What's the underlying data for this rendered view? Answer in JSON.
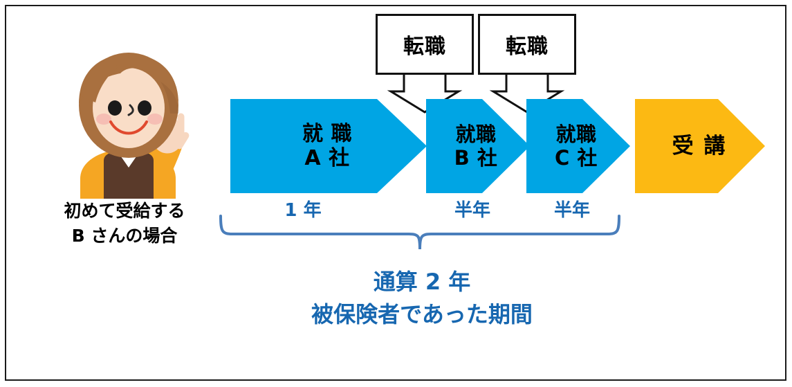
{
  "diagram": {
    "title_caption": {
      "line1": "初めて受給する",
      "line2": "B さんの場合"
    },
    "person": {
      "icon_name": "waving-woman-illustration",
      "hair_color": "#a9703f",
      "skin_color": "#f7d7c0",
      "top_color": "#f5a623",
      "vest_color": "#5a3a2a"
    },
    "callouts": [
      {
        "label": "転職"
      },
      {
        "label": "転職"
      }
    ],
    "timeline": [
      {
        "id": "a",
        "label": "就 職\nA 社",
        "duration": "1 年",
        "color": "#00a5e4",
        "shape": "chevron-arrow"
      },
      {
        "id": "b",
        "label": "就職\nB 社",
        "duration": "半年",
        "color": "#00a5e4",
        "shape": "chevron-arrow"
      },
      {
        "id": "c",
        "label": "就職\nC 社",
        "duration": "半年",
        "color": "#00a5e4",
        "shape": "chevron-arrow"
      },
      {
        "id": "course",
        "label": "受 講",
        "duration": "",
        "color": "#fcb913",
        "shape": "chevron-arrow"
      }
    ],
    "brace_summary": {
      "line1": "通算 2 年",
      "line2": "被保険者であった期間",
      "color": "#1767b0"
    },
    "colors": {
      "blue_arrow": "#00a5e4",
      "orange_arrow": "#fcb913",
      "blue_text": "#1767b0",
      "brace": "#4a7ebb",
      "frame": "#1a1a1a",
      "black_text": "#000000"
    }
  }
}
